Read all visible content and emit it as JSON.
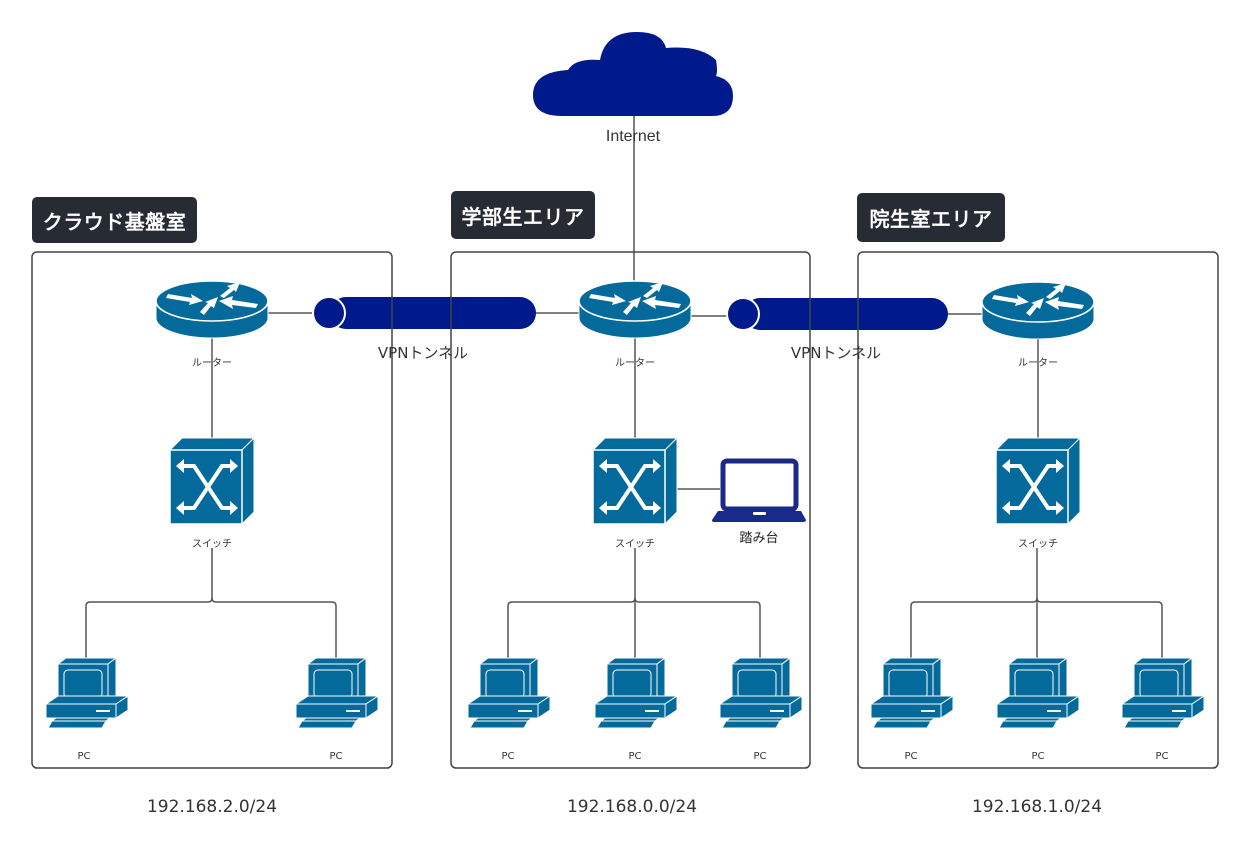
{
  "colors": {
    "device": "#046a9c",
    "cloud": "#001a8c",
    "tunnel": "#001a8c",
    "tag_bg": "#272b33",
    "line": "#555555",
    "box_border": "#444444"
  },
  "internet": {
    "label": "Internet",
    "icon": "cloud-icon"
  },
  "areas": [
    {
      "id": "cloud-room",
      "title": "クラウド基盤室",
      "router_label": "ルーター",
      "switch_label": "スイッチ",
      "pcs": [
        "PC",
        "PC"
      ],
      "subnet": "192.168.2.0/24"
    },
    {
      "id": "undergrad-area",
      "title": "学部生エリア",
      "router_label": "ルーター",
      "switch_label": "スイッチ",
      "pcs": [
        "PC",
        "PC",
        "PC"
      ],
      "extra_device": {
        "label": "踏み台",
        "icon": "laptop-icon"
      },
      "subnet": "192.168.0.0/24"
    },
    {
      "id": "grad-area",
      "title": "院生室エリア",
      "router_label": "ルーター",
      "switch_label": "スイッチ",
      "pcs": [
        "PC",
        "PC",
        "PC"
      ],
      "subnet": "192.168.1.0/24"
    }
  ],
  "tunnels": [
    {
      "label": "VPNトンネル",
      "from": "クラウド基盤室",
      "to": "学部生エリア"
    },
    {
      "label": "VPNトンネル",
      "from": "学部生エリア",
      "to": "院生室エリア"
    }
  ]
}
